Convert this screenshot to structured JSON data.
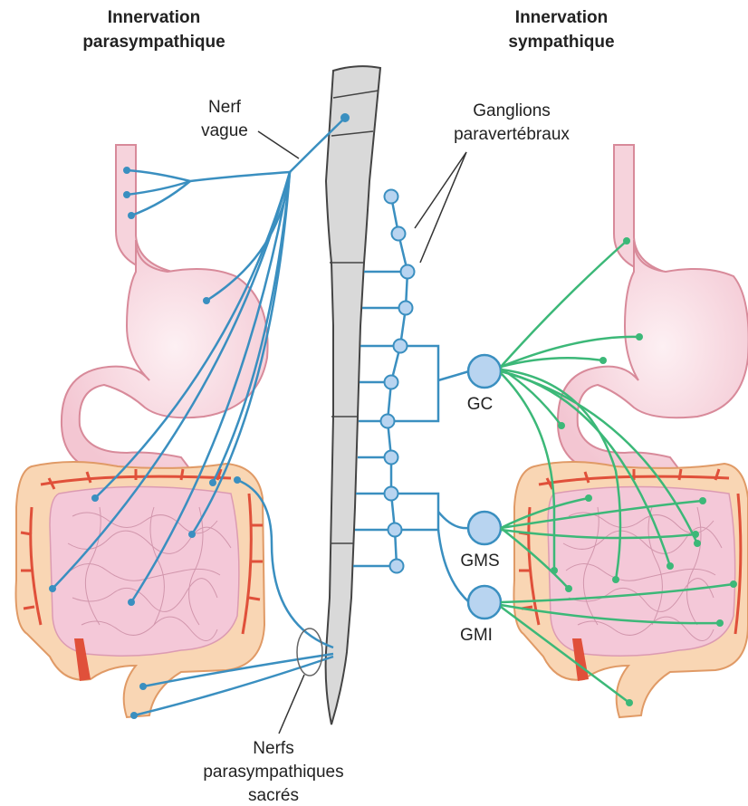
{
  "headings": {
    "parasympathetic_line1": "Innervation",
    "parasympathetic_line2": "parasympathique",
    "sympathetic_line1": "Innervation",
    "sympathetic_line2": "sympathique"
  },
  "labels": {
    "vagus_line1": "Nerf",
    "vagus_line2": "vague",
    "ganglia_line1": "Ganglions",
    "ganglia_line2": "paravertébraux",
    "gc": "GC",
    "gms": "GMS",
    "gmi": "GMI",
    "sacral_line1": "Nerfs",
    "sacral_line2": "parasympathiques",
    "sacral_line3": "sacrés"
  },
  "colors": {
    "parasympathetic_nerve": "#3a8fc0",
    "sympathetic_nerve": "#3cb878",
    "organ_fill": "#f6d3dc",
    "organ_outline": "#d88a9a",
    "colon_fill": "#f9d6b4",
    "colon_outline": "#e09a66",
    "artery": "#e0503a",
    "spinal_cord": "#d8d8d8",
    "ganglion": "#b8d4f0"
  }
}
